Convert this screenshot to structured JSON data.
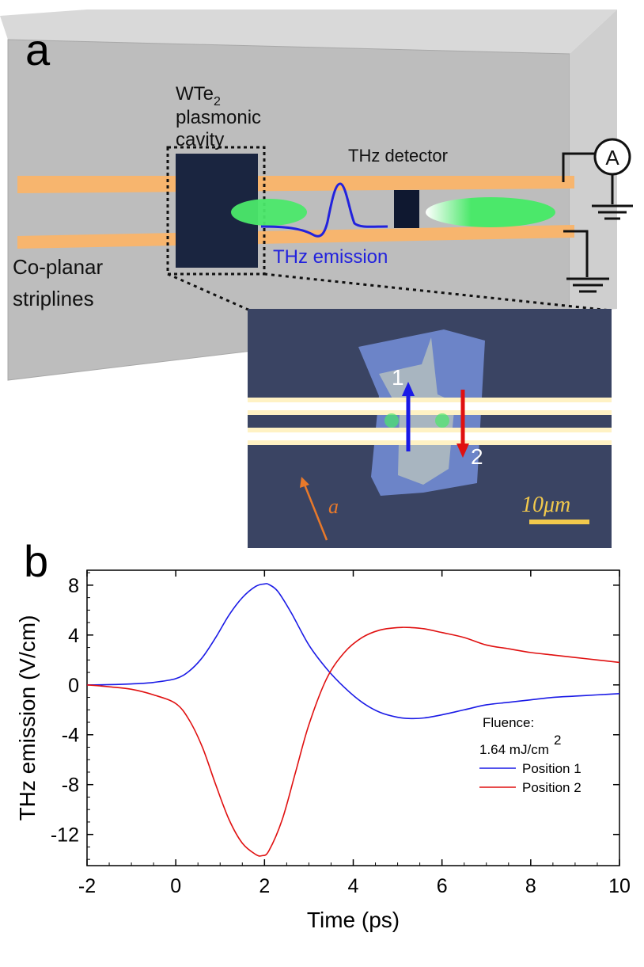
{
  "panel_a": {
    "letter": "a",
    "cavity_label_line1": "WTe",
    "cavity_label_sub": "2",
    "cavity_label_line2": "plasmonic",
    "cavity_label_line3": "cavity",
    "detector_label": "THz detector",
    "emission_label": "THz emission",
    "stripline_label_line1": "Co-planar",
    "stripline_label_line2": "striplines",
    "ammeter_symbol": "A",
    "inset": {
      "marker_1": "1",
      "marker_2": "2",
      "axis_symbol": "a",
      "scale_bar_label": "10μm"
    },
    "colors": {
      "substrate": "#bdbdbd",
      "stripline": "#f7b56e",
      "cavity": "#1a2540",
      "emission_spot": "#4be86a",
      "pulse": "#2222dd",
      "inset_background": "#3a4463",
      "flake": "#6c84c8",
      "arrow_1": "#1a1ae6",
      "arrow_2": "#e01010",
      "axis_arrow": "#e8792a",
      "scale_bar": "#f2c94c"
    }
  },
  "panel_b": {
    "letter": "b"
  },
  "chart_data": {
    "type": "line",
    "title": "",
    "xlabel": "Time (ps)",
    "ylabel": "THz emission (V/cm)",
    "xlim": [
      -2,
      10
    ],
    "ylim": [
      -14.5,
      9.2
    ],
    "xticks": [
      -2,
      0,
      2,
      4,
      6,
      8,
      10
    ],
    "yticks": [
      8,
      4,
      0,
      -4,
      -8,
      -12
    ],
    "x_tick_labels": [
      "-2",
      "0",
      "2",
      "4",
      "6",
      "8",
      "10"
    ],
    "y_tick_labels": [
      "8",
      "4",
      "0",
      "-4",
      "-8",
      "-12"
    ],
    "grid": false,
    "legend": {
      "placement": "bottom-right",
      "title_line1": "Fluence:",
      "title_line2": "1.64 mJ/cm",
      "title_sup": "2"
    },
    "series": [
      {
        "name": "Position 1",
        "color": "#1a1ae6",
        "x": [
          -2,
          -1.5,
          -1,
          -0.5,
          0,
          0.3,
          0.6,
          0.9,
          1.2,
          1.5,
          1.8,
          2.0,
          2.1,
          2.3,
          2.6,
          3.0,
          3.4,
          3.8,
          4.2,
          4.6,
          5.0,
          5.3,
          5.6,
          6.0,
          6.5,
          7.0,
          7.5,
          8.0,
          8.5,
          9.0,
          9.5,
          10.0
        ],
        "y": [
          0,
          0.02,
          0.08,
          0.2,
          0.5,
          1.1,
          2.2,
          3.8,
          5.6,
          7.0,
          7.9,
          8.1,
          8.05,
          7.5,
          5.8,
          3.2,
          1.3,
          -0.2,
          -1.4,
          -2.2,
          -2.6,
          -2.7,
          -2.65,
          -2.4,
          -2.0,
          -1.6,
          -1.4,
          -1.2,
          -1.0,
          -0.9,
          -0.8,
          -0.7
        ]
      },
      {
        "name": "Position 2",
        "color": "#e01010",
        "x": [
          -2,
          -1.5,
          -1,
          -0.5,
          0,
          0.3,
          0.6,
          0.9,
          1.2,
          1.5,
          1.8,
          1.95,
          2.1,
          2.4,
          2.7,
          3.0,
          3.4,
          3.8,
          4.2,
          4.6,
          5.0,
          5.3,
          5.6,
          6.0,
          6.5,
          7.0,
          7.5,
          8.0,
          8.5,
          9.0,
          9.5,
          10.0
        ],
        "y": [
          0,
          -0.15,
          -0.35,
          -0.8,
          -1.5,
          -2.8,
          -5.0,
          -8.0,
          -10.8,
          -12.7,
          -13.6,
          -13.7,
          -13.3,
          -10.8,
          -7.0,
          -3.2,
          0.5,
          2.6,
          3.8,
          4.4,
          4.6,
          4.6,
          4.5,
          4.2,
          3.8,
          3.2,
          2.9,
          2.6,
          2.4,
          2.2,
          2.0,
          1.8
        ]
      }
    ]
  }
}
